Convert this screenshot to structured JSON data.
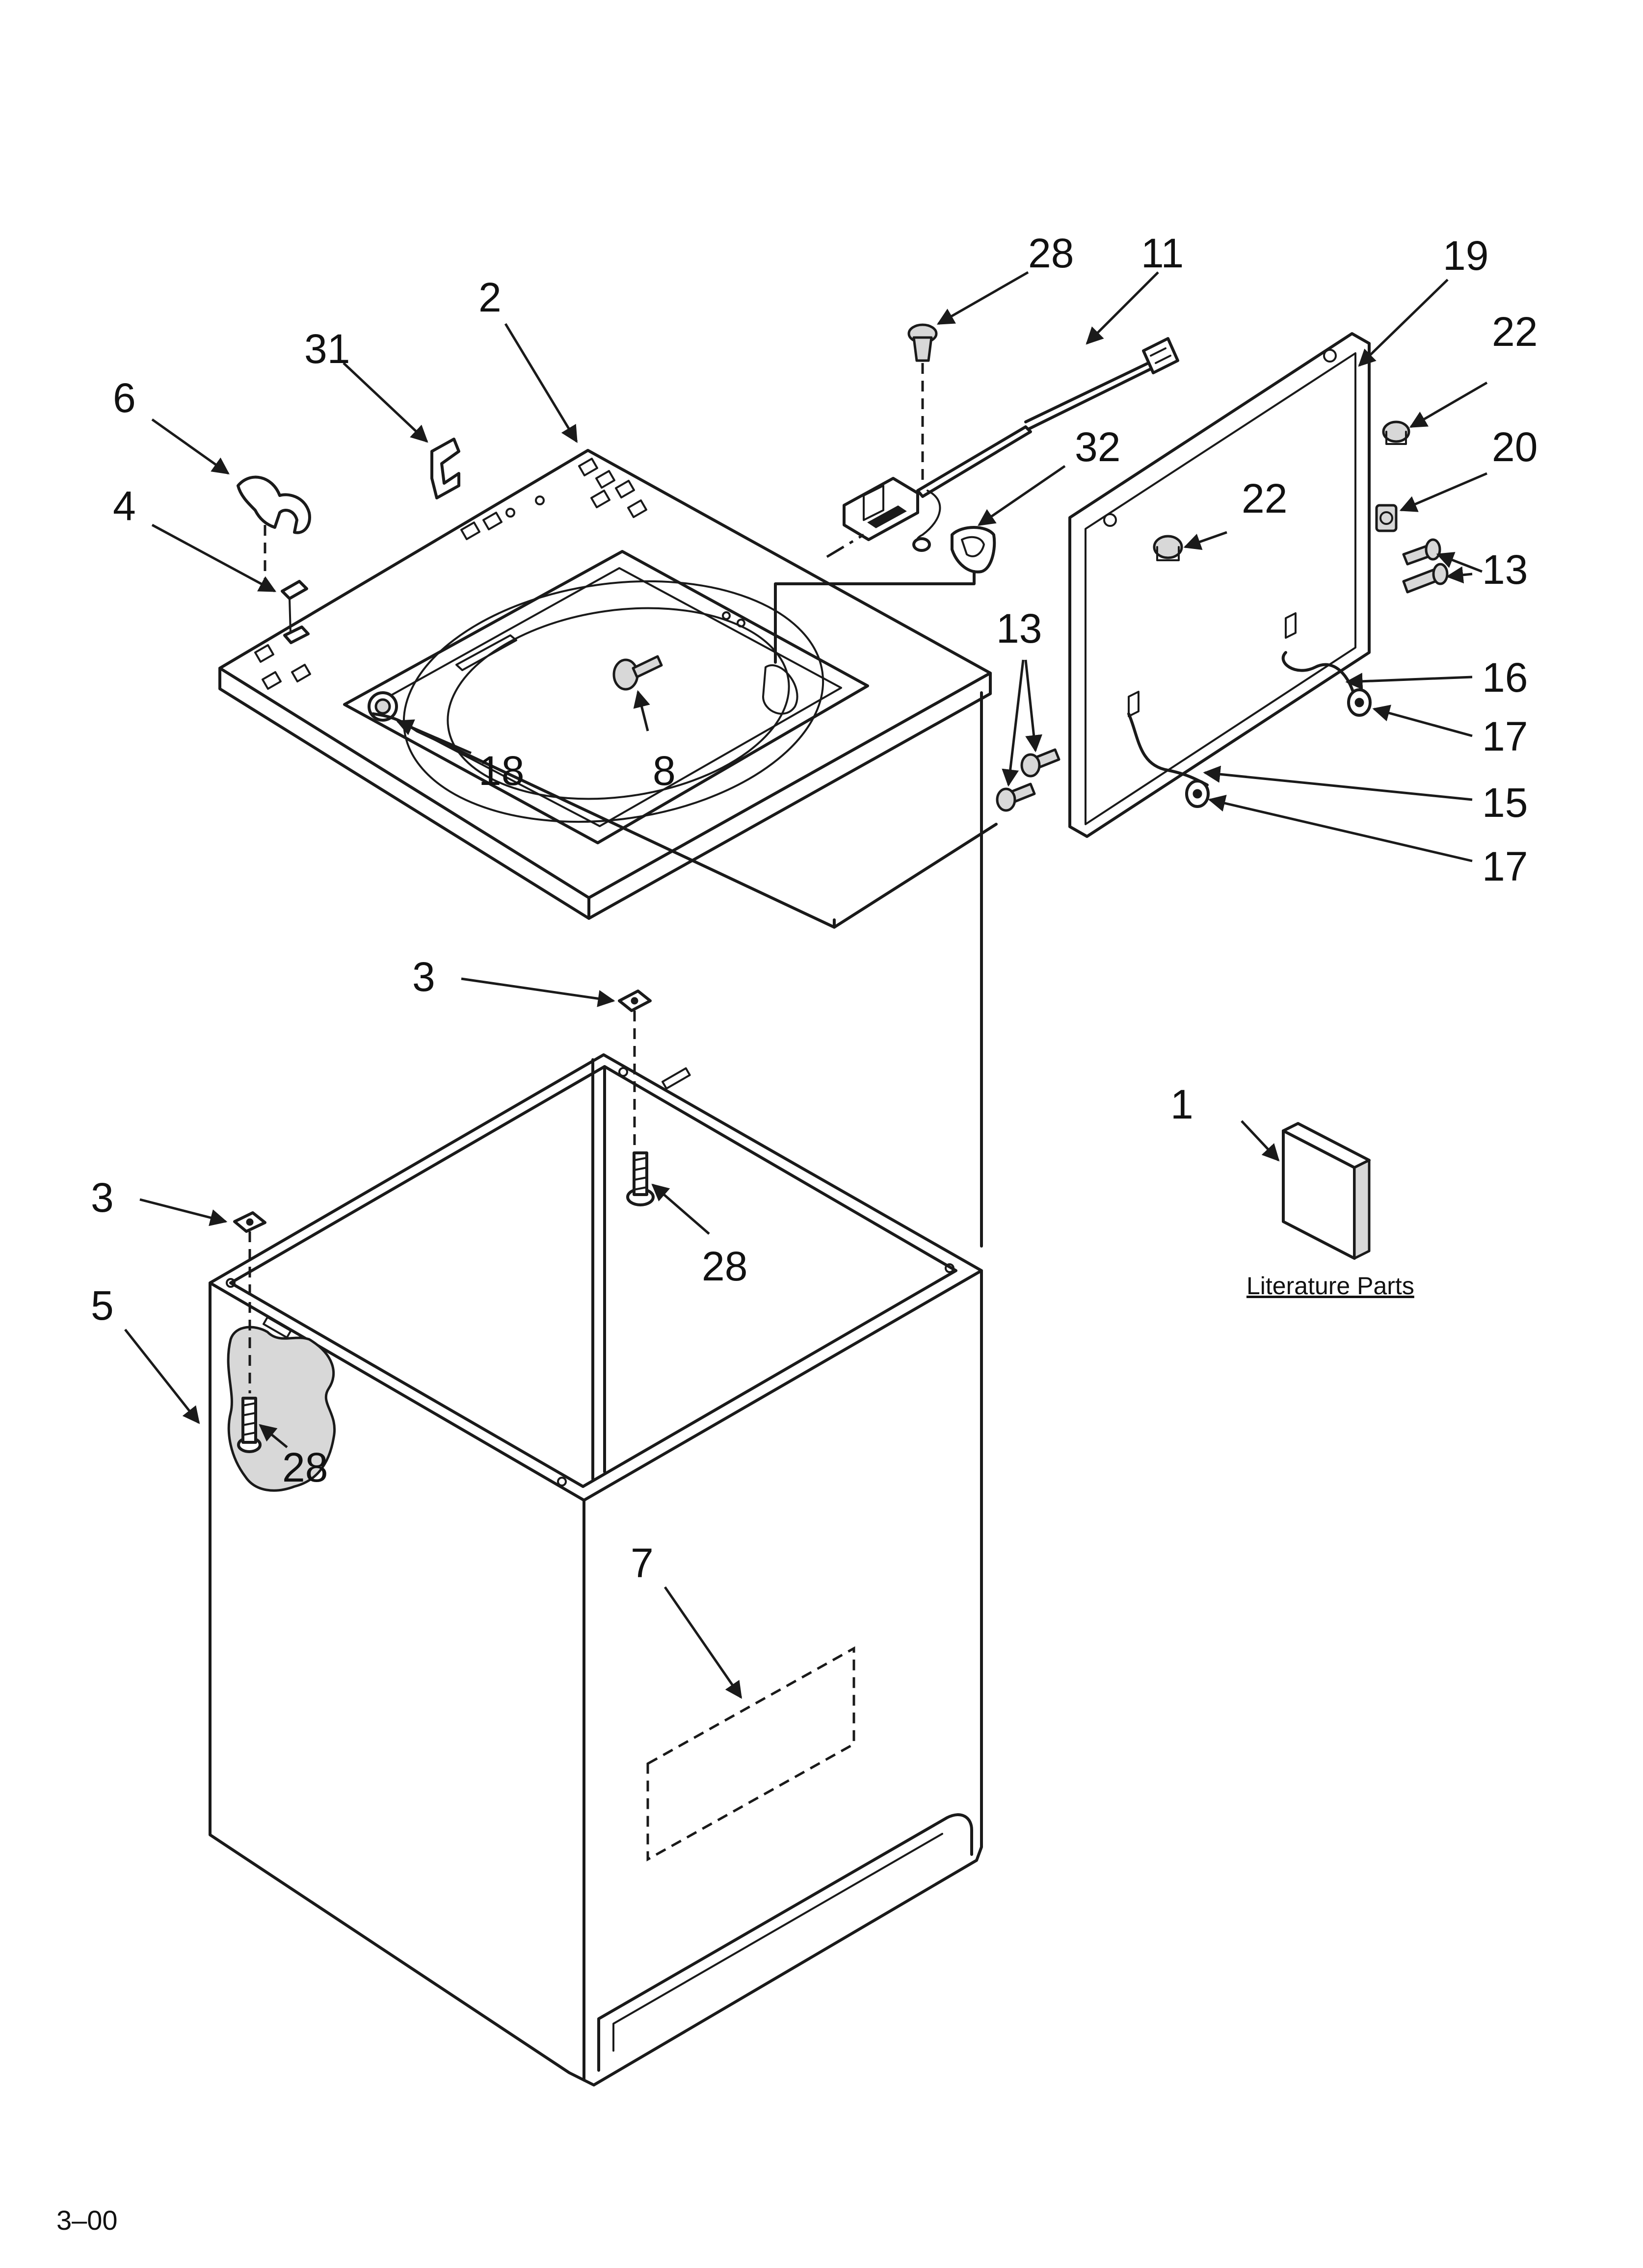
{
  "diagram": {
    "callouts": {
      "c28a": "28",
      "c11": "11",
      "c19": "19",
      "c2": "2",
      "c31": "31",
      "c6": "6",
      "c4": "4",
      "c32": "32",
      "c22a": "22",
      "c22b": "22",
      "c20": "20",
      "c13a": "13",
      "c13b": "13",
      "c16": "16",
      "c17a": "17",
      "c15": "15",
      "c17b": "17",
      "c18": "18",
      "c8": "8",
      "c3a": "3",
      "c3b": "3",
      "c28b": "28",
      "c28c": "28",
      "c1": "1",
      "c5": "5",
      "c7": "7"
    },
    "literature_label": "Literature Parts",
    "footer_code": "3–00"
  }
}
